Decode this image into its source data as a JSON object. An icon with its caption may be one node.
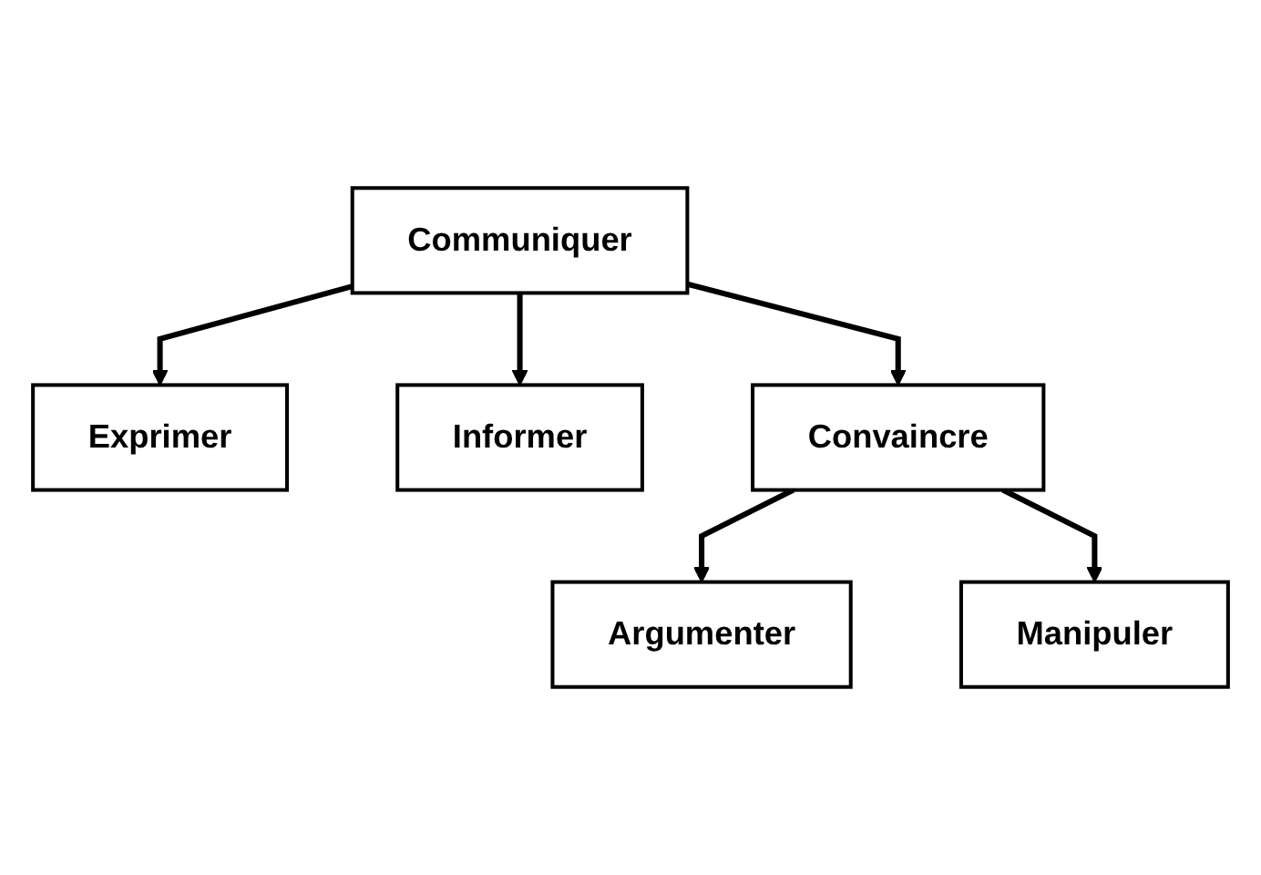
{
  "diagram": {
    "nodes": [
      {
        "text": [
          "Exprimer"
        ]
      },
      {
        "text": [
          "Informer"
        ]
      },
      {
        "text": [
          "Communiquer"
        ]
      },
      {
        "text": [
          "Convaincre"
        ]
      },
      {
        "text": [
          "Argumenter"
        ]
      },
      {
        "text": [
          "Manipuler"
        ]
      }
    ],
    "edges": [
      {
        "from": 2,
        "to": 0,
        "arrow": "to"
      },
      {
        "from": 2,
        "to": 1,
        "arrow": "to"
      },
      {
        "from": 2,
        "to": 3,
        "arrow": "to"
      },
      {
        "from": 3,
        "to": 4,
        "arrow": "to"
      },
      {
        "from": 3,
        "to": 5,
        "arrow": "to"
      }
    ]
  }
}
